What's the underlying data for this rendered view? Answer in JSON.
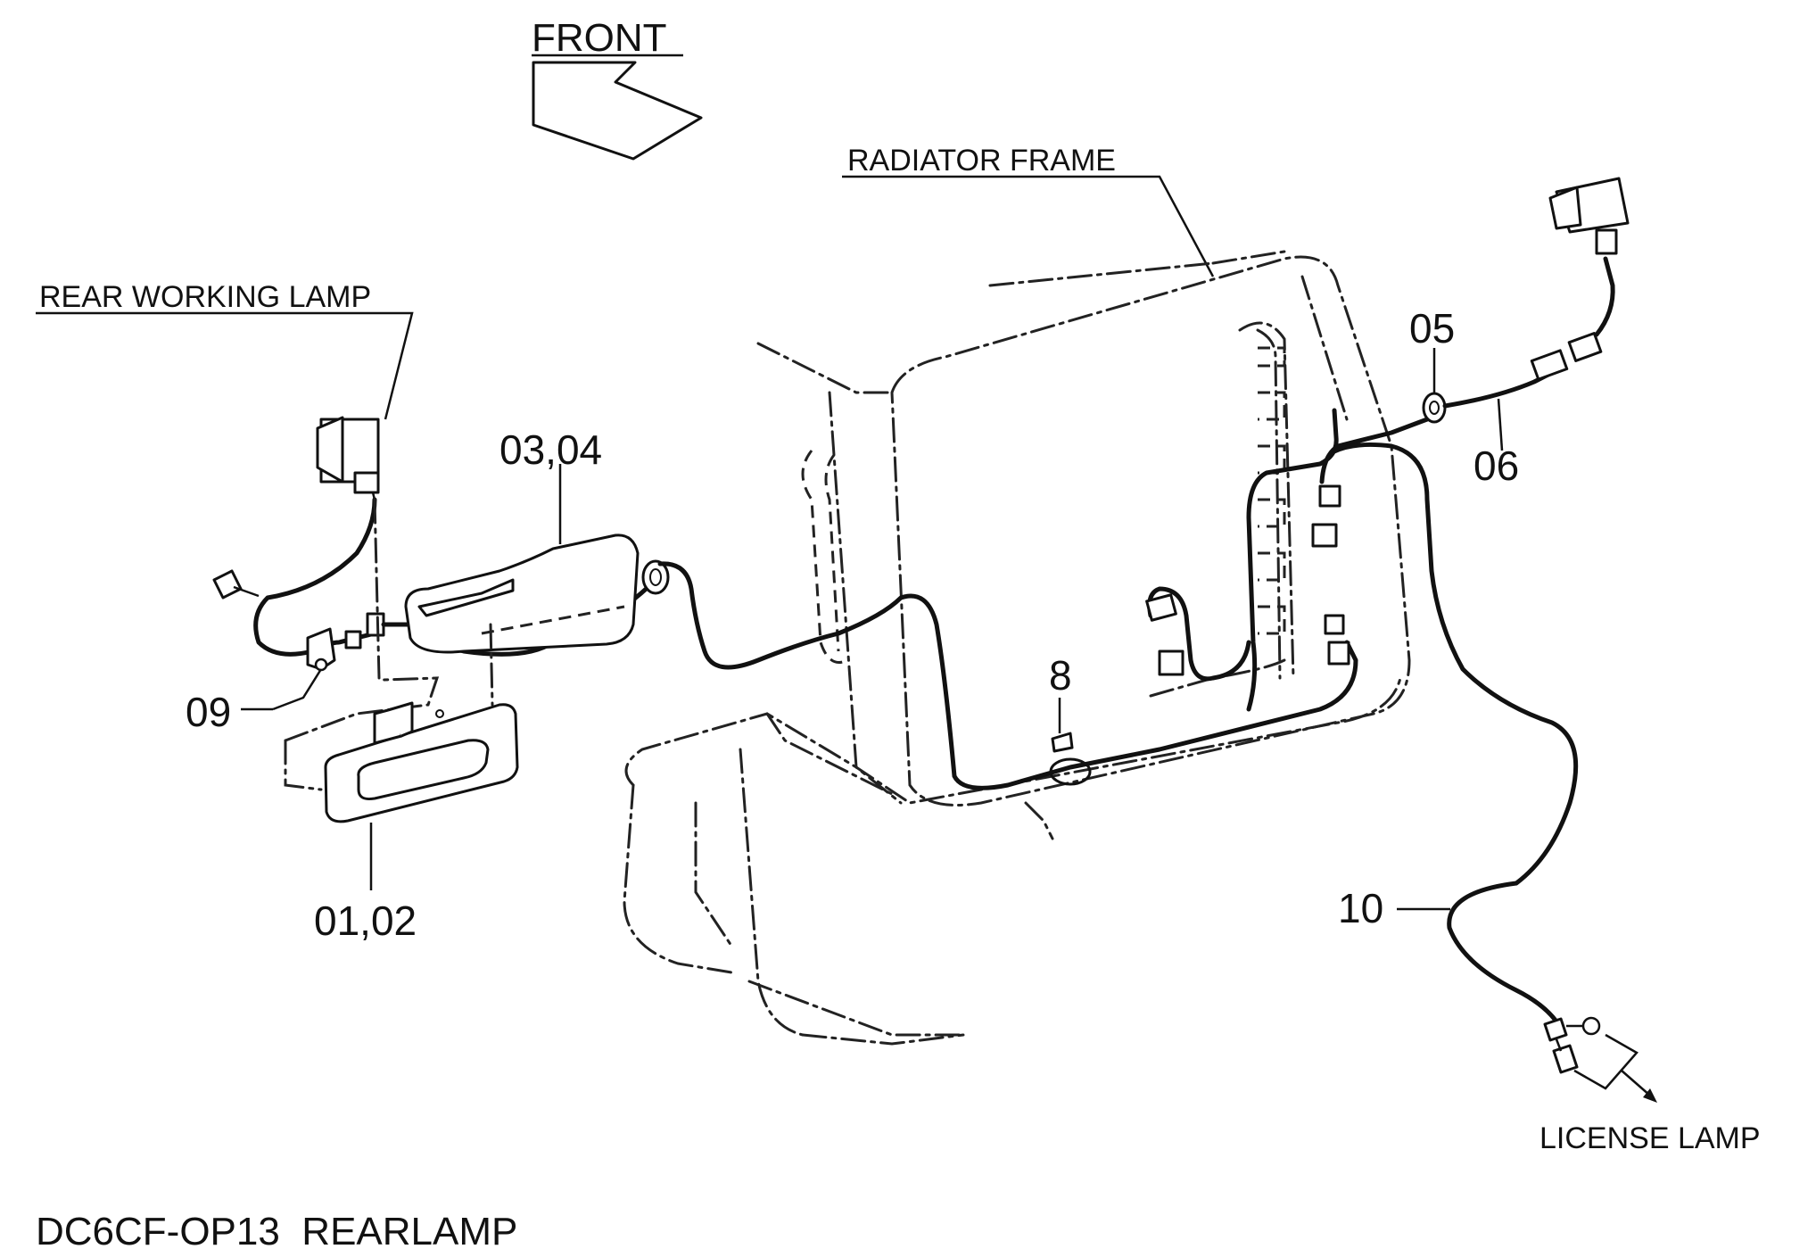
{
  "diagram": {
    "front_label": "FRONT",
    "radiator_frame_label": "RADIATOR FRAME",
    "rear_working_lamp_label": "REAR WORKING LAMP",
    "license_lamp_label": "LICENSE LAMP",
    "drawing_id": "DC6CF-OP13_REARLAMP",
    "callouts": {
      "c01_02": "01,02",
      "c03_04": "03,04",
      "c05": "05",
      "c06": "06",
      "c08": "8",
      "c09": "09",
      "c10": "10"
    }
  }
}
